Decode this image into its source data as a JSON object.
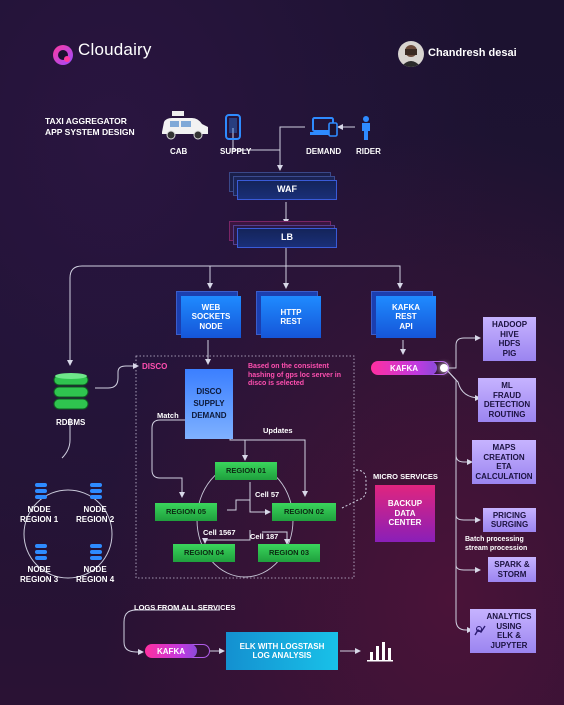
{
  "header": {
    "brand": "Cloudairy",
    "author": "Chandresh desai"
  },
  "title": {
    "line1": "TAXI AGGREGATOR",
    "line2": "APP SYSTEM DESIGN"
  },
  "actors": {
    "cab": "CAB",
    "supply": "SUPPLY",
    "demand": "DEMAND",
    "rider": "RIDER"
  },
  "gateway": {
    "waf": "WAF",
    "lb": "LB"
  },
  "services": {
    "websockets": [
      "WEB",
      "SOCKETS",
      "NODE"
    ],
    "http": [
      "HTTP",
      "REST"
    ],
    "kafka_rest": [
      "KAFKA",
      "REST",
      "API"
    ]
  },
  "rdbms": "RDBMS",
  "nodes": {
    "n1": [
      "NODE",
      "REGION 1"
    ],
    "n2": [
      "NODE",
      "REGION 2"
    ],
    "n3": [
      "NODE",
      "REGION 3"
    ],
    "n4": [
      "NODE",
      "REGION 4"
    ]
  },
  "disco": {
    "label": "DISCO",
    "note": [
      "Based on the consistent",
      "hashing of gps loc server in",
      "disco is selected"
    ],
    "box": [
      "DISCO",
      "SUPPLY",
      "DEMAND"
    ],
    "match": "Match",
    "updates": "Updates"
  },
  "regions": {
    "r01": "REGION 01",
    "r02": "REGION 02",
    "r03": "REGION 03",
    "r04": "REGION 04",
    "r05": "REGION 05"
  },
  "cells": {
    "c57": "Cell 57",
    "c1567": "Cell 1567",
    "c187": "Cell 187"
  },
  "micro": {
    "label": "MICRO SERVICES",
    "box": [
      "BACKUP",
      "DATA",
      "CENTER"
    ]
  },
  "kafka": {
    "main": "KAFKA",
    "logs": "KAFKA"
  },
  "consumers": {
    "hadoop": [
      "HADOOP",
      "HIVE",
      "HDFS",
      "PIG"
    ],
    "ml": [
      "ML",
      "FRAUD",
      "DETECTION",
      "ROUTING"
    ],
    "maps": [
      "MAPS",
      "CREATION",
      "ETA",
      "CALCULATION"
    ],
    "pricing": [
      "PRICING",
      "SURGING"
    ],
    "batch_note": [
      "Batch processing",
      "stream procession"
    ],
    "spark": [
      "SPARK &",
      "STORM"
    ],
    "analytics": [
      "ANALYTICS",
      "USING",
      "ELK &",
      "JUPYTER"
    ]
  },
  "logs": {
    "label": "LOGS FROM ALL SERVICES",
    "elk": [
      "ELK WITH LOGSTASH",
      "LOG ANALYSIS"
    ]
  },
  "colors": {
    "bg": "#1e1433",
    "accent_pink": "#ff2fa0",
    "blue": "#1f8bff",
    "green": "#2fc44f",
    "purple": "#b9a6ff"
  }
}
